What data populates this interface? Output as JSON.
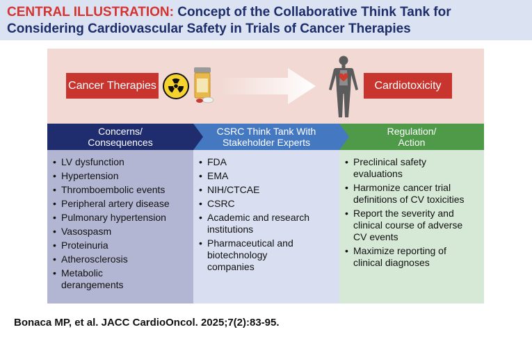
{
  "header": {
    "lead": "CENTRAL ILLUSTRATION:",
    "title_line1": "Concept of the Collaborative Think Tank for",
    "title_line2": "Considering Cardiovascular Safety in Trials of Cancer Therapies"
  },
  "flow": {
    "left_box": "Cancer Therapies",
    "right_box": "Cardiotoxicity",
    "icons": [
      "radiation-icon",
      "pill-bottle-icon",
      "arrow-right-icon",
      "human-heart-icon"
    ]
  },
  "columns": [
    {
      "header_line1": "Concerns/",
      "header_line2": "Consequences",
      "items": [
        "LV dysfunction",
        "Hypertension",
        "Thromboembolic events",
        "Peripheral artery disease",
        "Pulmonary hypertension",
        "Vasospasm",
        "Proteinuria",
        "Atherosclerosis",
        "Metabolic derangements"
      ]
    },
    {
      "header_line1": "CSRC Think Tank With",
      "header_line2": "Stakeholder Experts",
      "items": [
        "FDA",
        "EMA",
        "NIH/CTCAE",
        "CSRC",
        "Academic and research institutions",
        "Pharmaceutical and biotechnology companies"
      ]
    },
    {
      "header_line1": "Regulation/",
      "header_line2": "Action",
      "items": [
        "Preclinical safety evaluations",
        "Harmonize cancer trial definitions of CV toxicities",
        "Report the severity and clinical course of adverse CV events",
        "Maximize reporting of clinical diagnoses"
      ]
    }
  ],
  "colors": {
    "header_bg": "#dbe3f2",
    "accent_red": "#c8352e",
    "navy": "#1f2d6e",
    "blue": "#4479c2",
    "green": "#4f9a49"
  },
  "citation": "Bonaca MP, et al. JACC CardioOncol. 2025;7(2):83-95."
}
